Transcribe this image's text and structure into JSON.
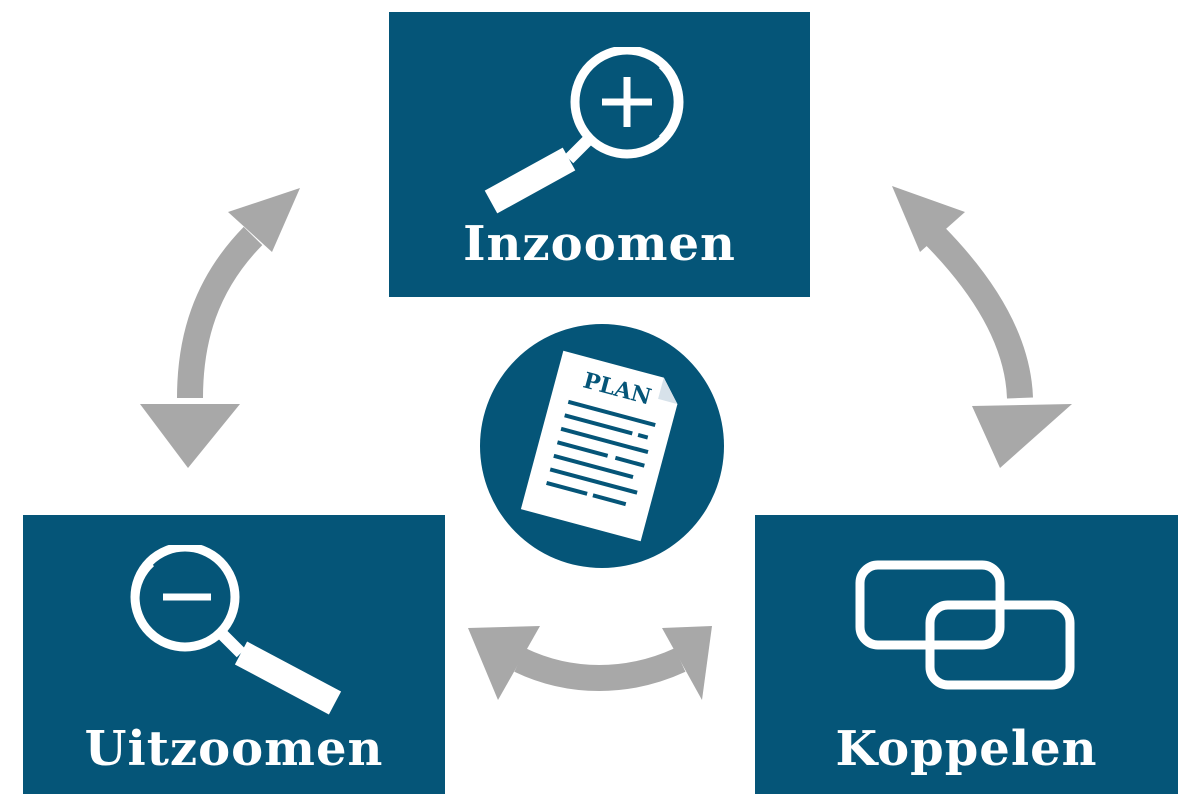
{
  "diagram": {
    "nodes": {
      "zoom_in": {
        "label": "Inzoomen",
        "icon": "zoom-in-icon"
      },
      "zoom_out": {
        "label": "Uitzoomen",
        "icon": "zoom-out-icon"
      },
      "link": {
        "label": "Koppelen",
        "icon": "link-icon"
      },
      "center": {
        "icon": "plan-document-icon",
        "doc_text": "PLAN"
      }
    },
    "edges": [
      {
        "from": "Uitzoomen",
        "to": "Inzoomen",
        "style": "double-arrow"
      },
      {
        "from": "Inzoomen",
        "to": "Koppelen",
        "style": "double-arrow"
      },
      {
        "from": "Uitzoomen",
        "to": "Koppelen",
        "style": "double-arrow"
      }
    ],
    "colors": {
      "box": "#055578",
      "arrow": "#a8a8a8",
      "text": "#ffffff"
    }
  }
}
